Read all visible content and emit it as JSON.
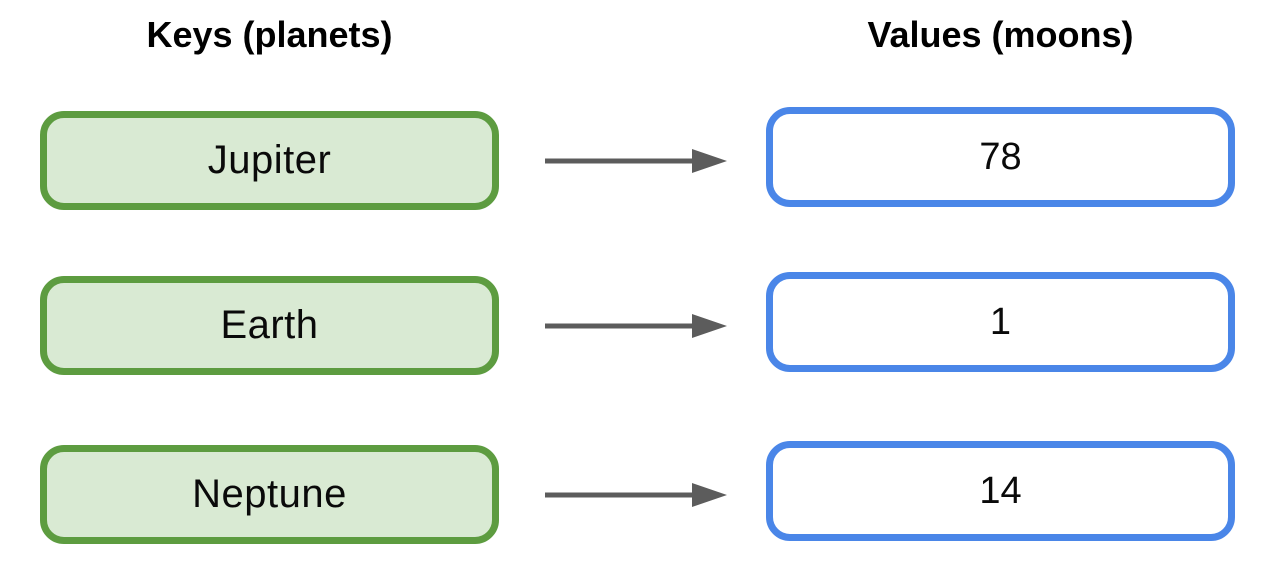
{
  "diagram": {
    "title_hint": "dictionary key-value mapping",
    "left_column": {
      "header": "Keys (planets)",
      "items": [
        "Jupiter",
        "Earth",
        "Neptune"
      ]
    },
    "right_column": {
      "header": "Values (moons)",
      "items": [
        "78",
        "1",
        "14"
      ]
    },
    "mappings": [
      {
        "key": "Jupiter",
        "value": "78"
      },
      {
        "key": "Earth",
        "value": "1"
      },
      {
        "key": "Neptune",
        "value": "14"
      }
    ],
    "colors": {
      "key_box_border": "#5d9c40",
      "key_box_fill": "#d9ead3",
      "value_box_border": "#4a86e8",
      "value_box_fill": "#ffffff",
      "arrow": "#5c5c5c",
      "text": "#000000"
    }
  }
}
